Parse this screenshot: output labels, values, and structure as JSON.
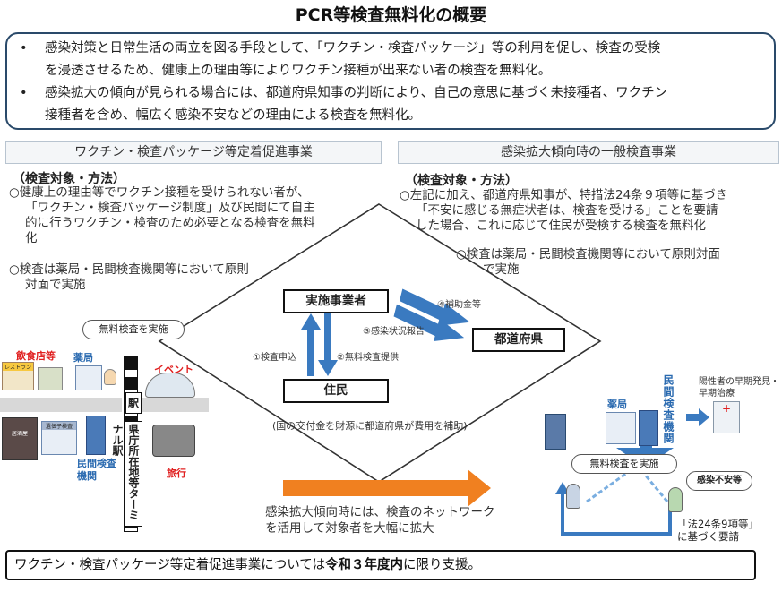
{
  "title": "PCR等検査無料化の概要",
  "summary": {
    "bullet": "•",
    "items": [
      {
        "line1": "感染対策と日常生活の両立を図る手段として、「ワクチン・検査パッケージ」等の利用を促し、検査の受検",
        "line2": "を浸透させるため、健康上の理由等によりワクチン接種が出来ない者の検査を無料化。"
      },
      {
        "line1": "感染拡大の傾向が見られる場合には、都道府県知事の判断により、自己の意思に基づく未接種者、ワクチン",
        "line2": "接種者を含め、幅広く感染不安などの理由による検査を無料化。"
      }
    ]
  },
  "left": {
    "header": "ワクチン・検査パッケージ等定着促進事業",
    "subhead": "（検査対象・方法）",
    "p1": [
      "○健康上の理由等でワクチン接種を受けられない者が、",
      "「ワクチン・検査パッケージ制度」及び民間にて自主",
      "的に行うワクチン・検査のため必要となる検査を無料",
      "化"
    ],
    "p2": [
      "○検査は薬局・民間検査機関等において原則",
      "対面で実施"
    ]
  },
  "right": {
    "header": "感染拡大傾向時の一般検査事業",
    "subhead": "（検査対象・方法）",
    "p1": [
      "○左記に加え、都道府県知事が、特措法24条９項等に基づき",
      "「不安に感じる無症状者は、検査を受ける」ことを要請",
      "した場合、これに応じて住民が受検する検査を無料化"
    ],
    "p2": [
      "○検査は薬局・民間検査機関等において原則対面",
      "で実施"
    ]
  },
  "flow": {
    "operator": "実施事業者",
    "prefecture": "都道府県",
    "residents": "住民",
    "subsidy": "④補助金等",
    "report": "③感染状況報告",
    "apply": "①検査申込",
    "provide": "②無料検査提供",
    "funding": "(国の交付金を財源に都道府県が費用を補助)"
  },
  "left_illustration": {
    "bubble": "無料検査を実施",
    "restaurant": "飲食店等",
    "restaurant_sign": "レストラン",
    "pharmacy": "薬局",
    "event": "イベント",
    "station": "駅",
    "lab": "民間検査\n機関",
    "lab_sign": "遺伝子検査",
    "shop_sign": "居酒屋",
    "travel": "旅行",
    "terminal": "県庁所在地等ターミナル駅"
  },
  "expansion": {
    "line1": "感染拡大傾向時には、検査のネットワーク",
    "line2": "を活用して対象者を大幅に拡大"
  },
  "right_illustration": {
    "pharmacy": "薬局",
    "lab": "民間検査機関",
    "early": "陽性者の早期発見・早期治療",
    "bubble": "無料検査を実施",
    "anxiety": "感染不安等",
    "request1": "「法24条9項等」",
    "request2": "に基づく要請"
  },
  "footer": {
    "prefix": "ワクチン・検査パッケージ等定着促進事業については",
    "emphasis": "令和３年度内",
    "suffix": "に限り支援。"
  },
  "colors": {
    "border_dark": "#2a4a6a",
    "arrow_orange": "#f08020",
    "arrow_blue": "#3a7ac0",
    "label_red": "#e02020",
    "label_blue": "#2a6ab0"
  }
}
